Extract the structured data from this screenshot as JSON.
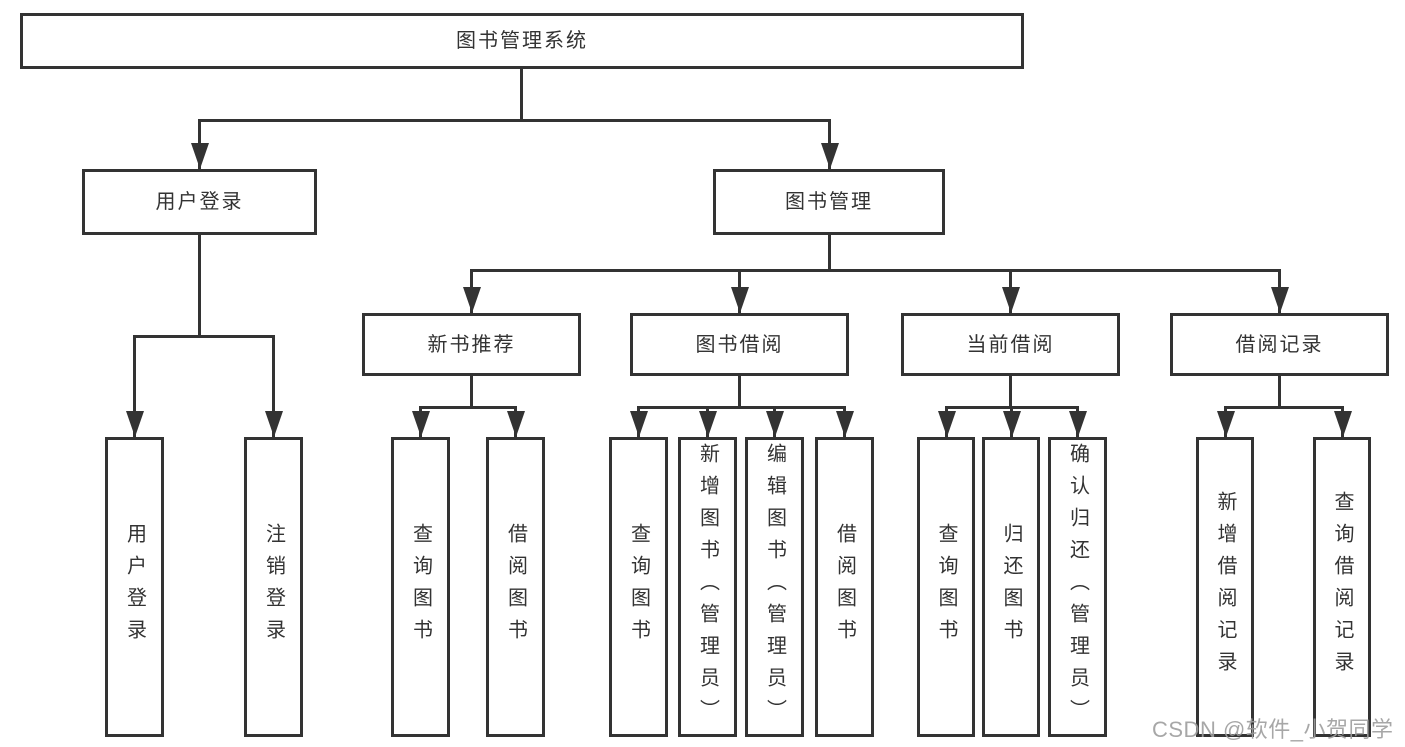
{
  "tree": {
    "root": {
      "label": "图书管理系统",
      "children": [
        {
          "label": "用户登录",
          "children": [
            {
              "label": "用户登录"
            },
            {
              "label": "注销登录"
            }
          ]
        },
        {
          "label": "图书管理",
          "children": [
            {
              "label": "新书推荐",
              "children": [
                {
                  "label": "查询图书"
                },
                {
                  "label": "借阅图书"
                }
              ]
            },
            {
              "label": "图书借阅",
              "children": [
                {
                  "label": "查询图书"
                },
                {
                  "label": "新增图书（管理员）"
                },
                {
                  "label": "编辑图书（管理员）"
                },
                {
                  "label": "借阅图书"
                }
              ]
            },
            {
              "label": "当前借阅",
              "children": [
                {
                  "label": "查询图书"
                },
                {
                  "label": "归还图书"
                },
                {
                  "label": "确认归还（管理员）"
                }
              ]
            },
            {
              "label": "借阅记录",
              "children": [
                {
                  "label": "新增借阅记录"
                },
                {
                  "label": "查询借阅记录"
                }
              ]
            }
          ]
        }
      ]
    }
  },
  "watermark": {
    "text": "CSDN @软件_小贺同学"
  },
  "colors": {
    "line": "#333333",
    "box_border": "#333333",
    "text": "#333333",
    "watermark": "#9e9e9e",
    "background": "#ffffff"
  }
}
